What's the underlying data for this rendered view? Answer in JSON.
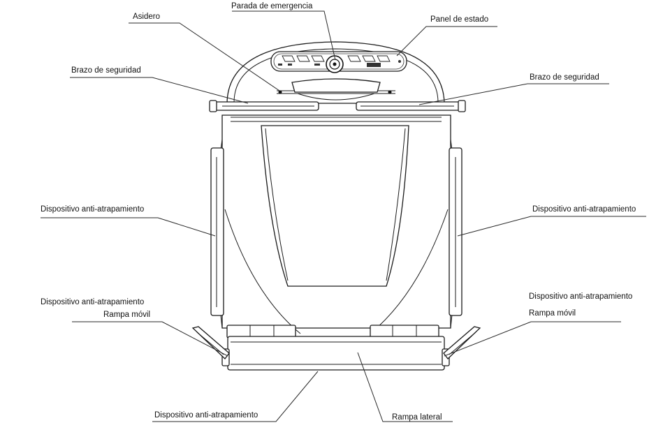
{
  "labels": {
    "asidero": "Asidero",
    "parada_emergencia": "Parada de emergencia",
    "panel_estado": "Panel de estado",
    "brazo_seguridad_izq": "Brazo de seguridad",
    "brazo_seguridad_der": "Brazo de seguridad",
    "anti_atrapamiento_izq": "Dispositivo anti-atrapamiento",
    "anti_atrapamiento_der": "Dispositivo anti-atrapamiento",
    "anti_atrapamiento_inf_izq": "Dispositivo anti-atrapamiento",
    "rampa_movil_izq": "Rampa móvil",
    "anti_atrapamiento_inf_der": "Dispositivo anti-atrapamiento",
    "rampa_movil_der": "Rampa móvil",
    "anti_atrapamiento_inferior": "Dispositivo anti-atrapamiento",
    "rampa_lateral": "Rampa lateral"
  }
}
